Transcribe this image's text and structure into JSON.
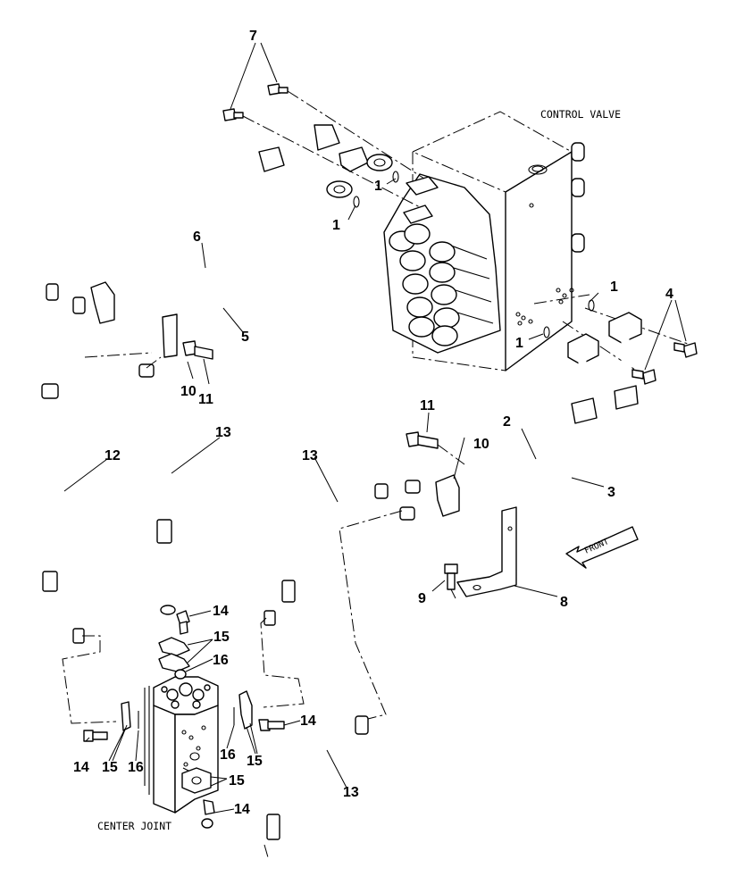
{
  "labels": {
    "control_valve": "CONTROL VALVE",
    "center_joint": "CENTER JOINT",
    "front": "FRONT"
  },
  "callouts": {
    "c1a": "1",
    "c1b": "1",
    "c1c": "1",
    "c1d": "1",
    "c2": "2",
    "c3": "3",
    "c4": "4",
    "c5": "5",
    "c6": "6",
    "c7": "7",
    "c8": "8",
    "c9": "9",
    "c10a": "10",
    "c10b": "10",
    "c11a": "11",
    "c11b": "11",
    "c12": "12",
    "c13a": "13",
    "c13b": "13",
    "c13c": "13",
    "c14a": "14",
    "c14b": "14",
    "c14c": "14",
    "c14d": "14",
    "c15a": "15",
    "c15b": "15",
    "c15c": "15",
    "c15d": "15",
    "c16a": "16",
    "c16b": "16",
    "c16c": "16"
  }
}
